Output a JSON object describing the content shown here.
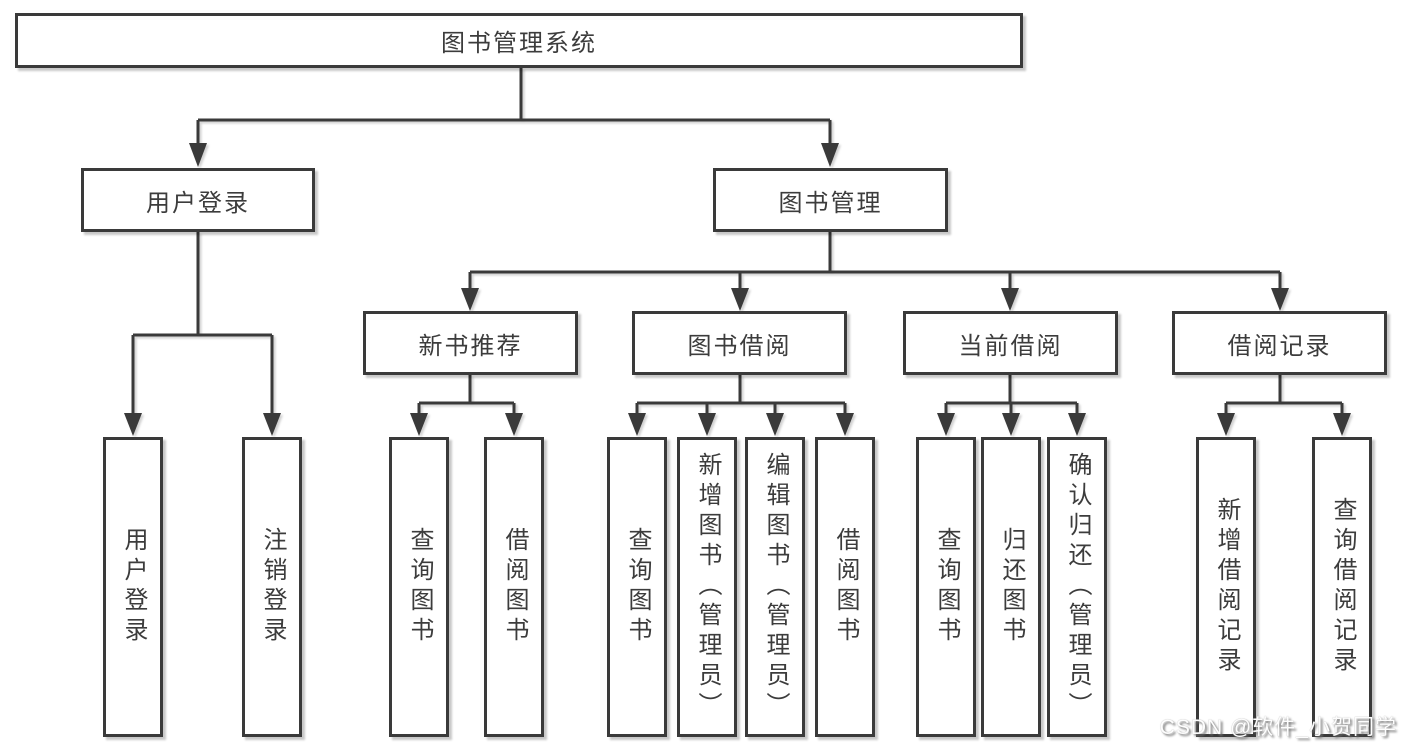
{
  "diagram_type": "tree-structure-chart",
  "colors": {
    "line": "#3a3a3a",
    "box_border": "#3a3a3a",
    "box_bg": "#ffffff",
    "text": "#3c3c3c"
  },
  "watermark": "CSDN @软件_小贺同学",
  "tree": {
    "label": "图书管理系统",
    "children": [
      {
        "label": "用户登录",
        "children": [
          {
            "label": "用户登录"
          },
          {
            "label": "注销登录"
          }
        ]
      },
      {
        "label": "图书管理",
        "children": [
          {
            "label": "新书推荐",
            "children": [
              {
                "label": "查询图书"
              },
              {
                "label": "借阅图书"
              }
            ]
          },
          {
            "label": "图书借阅",
            "children": [
              {
                "label": "查询图书"
              },
              {
                "label": "新增图书（管理员）"
              },
              {
                "label": "编辑图书（管理员）"
              },
              {
                "label": "借阅图书"
              }
            ]
          },
          {
            "label": "当前借阅",
            "children": [
              {
                "label": "查询图书"
              },
              {
                "label": "归还图书"
              },
              {
                "label": "确认归还（管理员）"
              }
            ]
          },
          {
            "label": "借阅记录",
            "children": [
              {
                "label": "新增借阅记录"
              },
              {
                "label": "查询借阅记录"
              }
            ]
          }
        ]
      }
    ]
  }
}
